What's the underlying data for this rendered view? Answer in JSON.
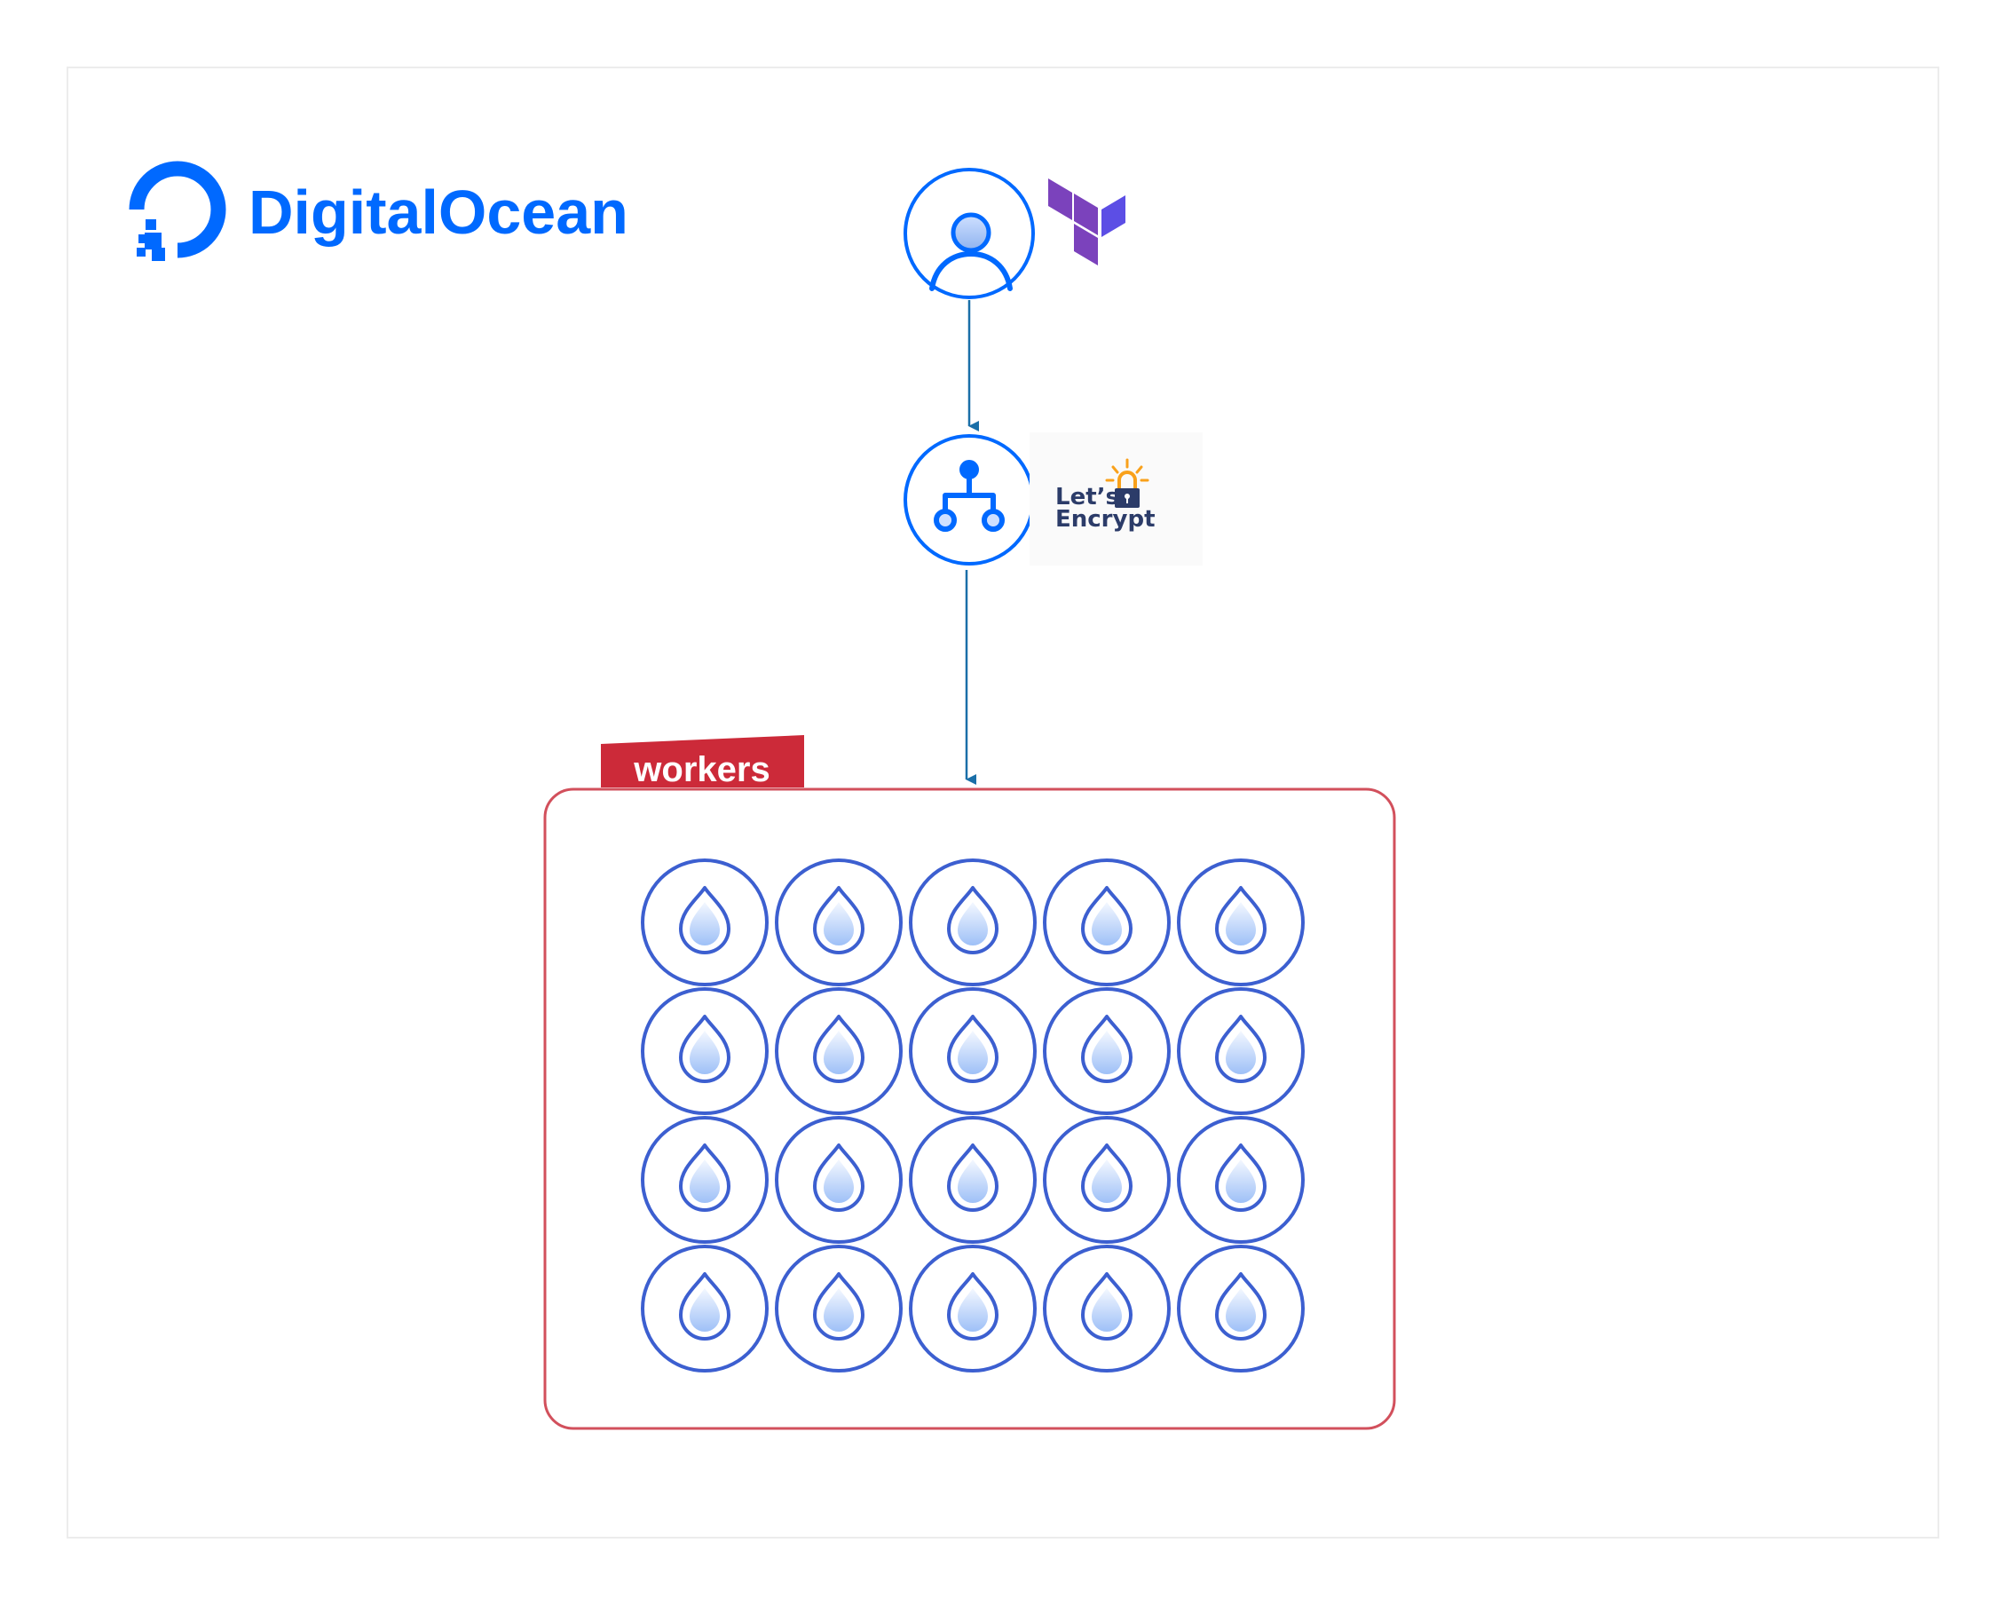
{
  "brand": {
    "name": "DigitalOcean",
    "logo_icon": "digitalocean-logo-icon",
    "color": "#0069ff"
  },
  "nodes": {
    "user": {
      "icon": "user-icon",
      "badge_icon": "terraform-logo-icon",
      "badge_color": "#7b42bc"
    },
    "load_balancer": {
      "icon": "load-balancer-icon",
      "badge": {
        "line1": "Let’s",
        "line2": "Encrypt",
        "icon": "padlock-icon",
        "accent": "#f9a11b",
        "text_color": "#2c3c69"
      }
    }
  },
  "group": {
    "label": "workers",
    "label_color": "#cc2a39",
    "border_color": "#d2505c",
    "rows": 4,
    "columns": 5,
    "droplet_icon": "droplet-icon",
    "droplet_stroke": "#3c5fd0"
  },
  "edges": [
    {
      "from": "user",
      "to": "load_balancer"
    },
    {
      "from": "load_balancer",
      "to": "workers"
    }
  ],
  "colors": {
    "node_stroke": "#0069ff",
    "edge": "#1a6fa8"
  }
}
